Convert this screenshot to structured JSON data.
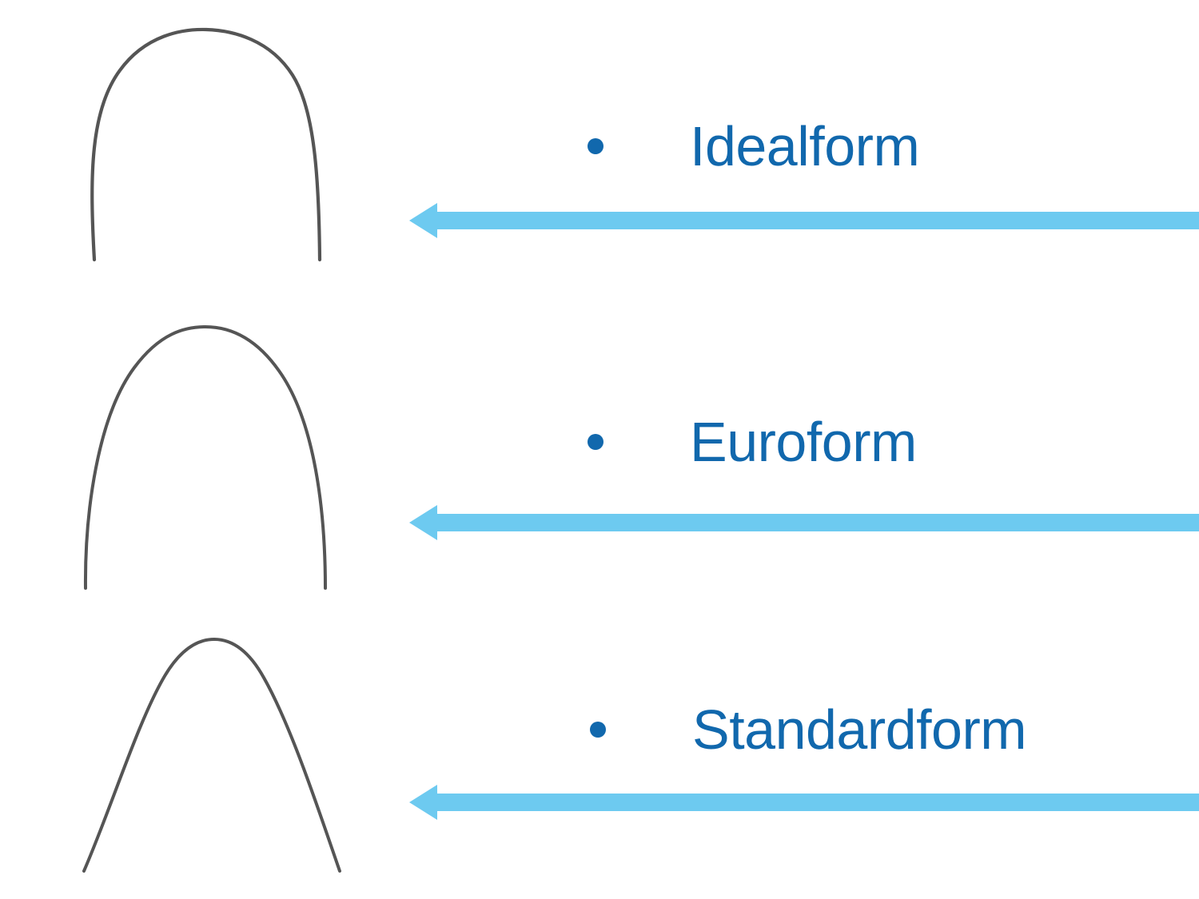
{
  "slide": {
    "background_color": "#FFFFFF",
    "title": "",
    "accent_color": "#1168AD",
    "arrow_color": "#6DCAF0",
    "wire_color": "#555555"
  },
  "items": [
    {
      "id": "idealform",
      "label": "Idealform",
      "bullet": "•",
      "arch_shape": "square-u-form",
      "arch_description": "Broad flat apex with nearly vertical parallel legs",
      "arrow_direction": "left",
      "arrow_label": ""
    },
    {
      "id": "euroform",
      "label": "Euroform",
      "bullet": "•",
      "arch_shape": "ovoid-form",
      "arch_description": "Rounded ovoid apex with gently curved legs",
      "arrow_direction": "left",
      "arrow_label": ""
    },
    {
      "id": "standardform",
      "label": "Standardform",
      "bullet": "•",
      "arch_shape": "tapered-v-form",
      "arch_description": "Narrow rounded apex with straight outwardly splayed legs",
      "arrow_direction": "left",
      "arrow_label": ""
    }
  ]
}
